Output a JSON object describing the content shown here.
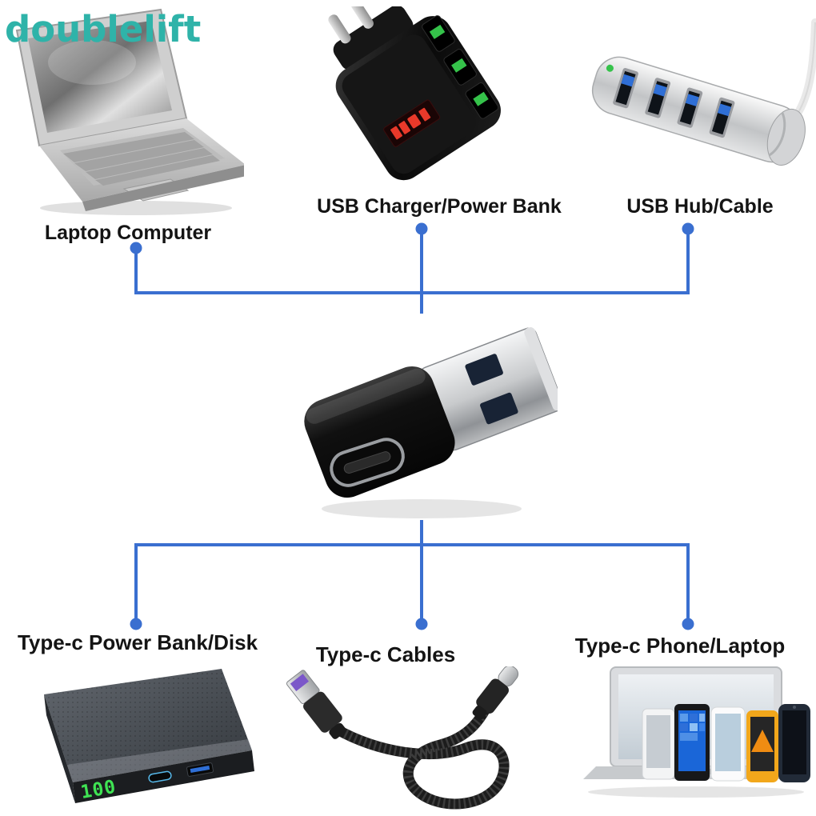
{
  "watermark": {
    "text": "doublelift"
  },
  "colors": {
    "background": "#ffffff",
    "accent": "#3a6fd0",
    "watermark": "#2fb3a9",
    "label": "#141414",
    "led-green": "#3fe353",
    "usb-green": "#35c24a",
    "usb-blue": "#2f6fd6",
    "led-red": "#e8392a"
  },
  "top_row": [
    {
      "id": "laptop-computer",
      "label": "Laptop Computer"
    },
    {
      "id": "usb-charger-power-bank",
      "label": "USB Charger/Power Bank"
    },
    {
      "id": "usb-hub-cable",
      "label": "USB Hub/Cable"
    }
  ],
  "adapter": {
    "id": "usb-male-to-type-c-female-adapter"
  },
  "bottom_row": [
    {
      "id": "type-c-power-bank-disk",
      "label": "Type-c Power Bank/Disk",
      "display_value": "100"
    },
    {
      "id": "type-c-cables",
      "label": "Type-c Cables"
    },
    {
      "id": "type-c-phone-laptop",
      "label": "Type-c Phone/Laptop"
    }
  ]
}
